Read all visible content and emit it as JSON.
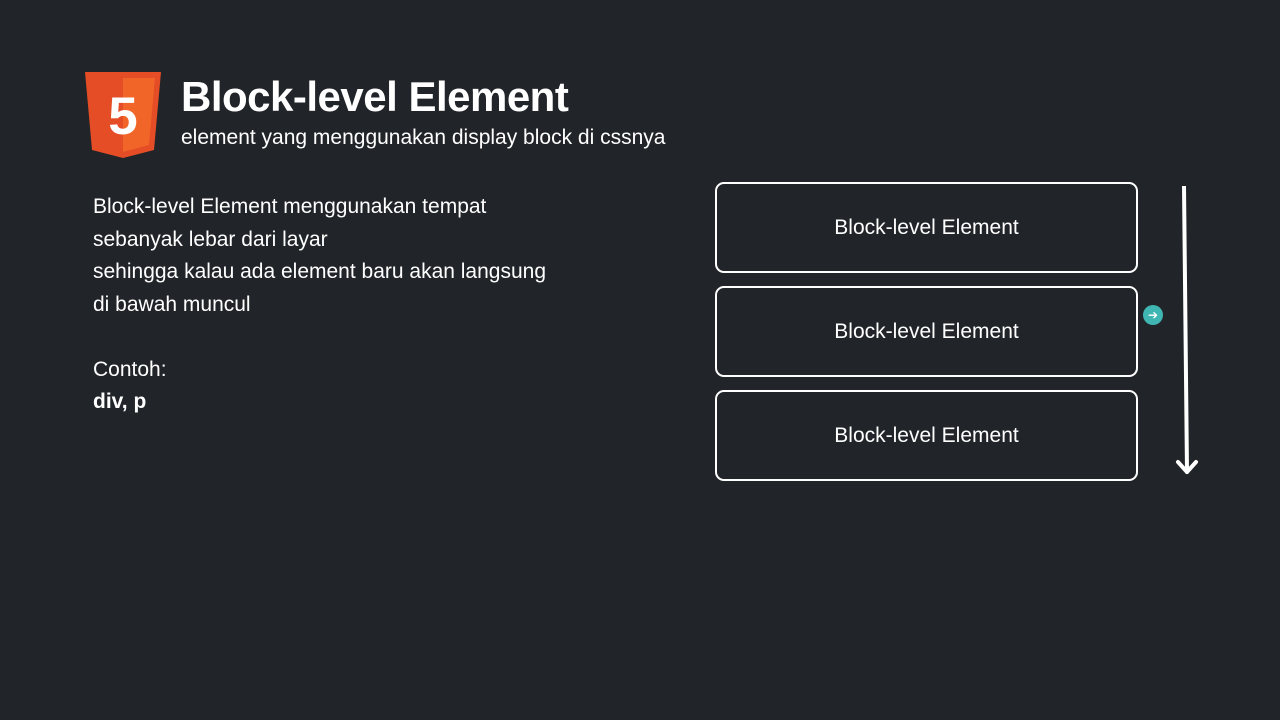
{
  "header": {
    "title": "Block-level Element",
    "subtitle": "element yang menggunakan display block di cssnya",
    "logo_label": "5",
    "logo_color": "#e44d26",
    "logo_highlight": "#f16529"
  },
  "description": {
    "lines": [
      "Block-level Element menggunakan tempat",
      "sebanyak lebar dari layar",
      "sehingga kalau ada element baru akan langsung",
      "di bawah muncul"
    ],
    "example_label": "Contoh:",
    "examples": "div, p"
  },
  "illustration": {
    "blocks": [
      "Block-level Element",
      "Block-level Element",
      "Block-level Element"
    ],
    "cursor_icon": "cursor-arrow-icon",
    "arrow_icon": "arrow-down-icon",
    "cursor_color": "#3fb6b2"
  }
}
